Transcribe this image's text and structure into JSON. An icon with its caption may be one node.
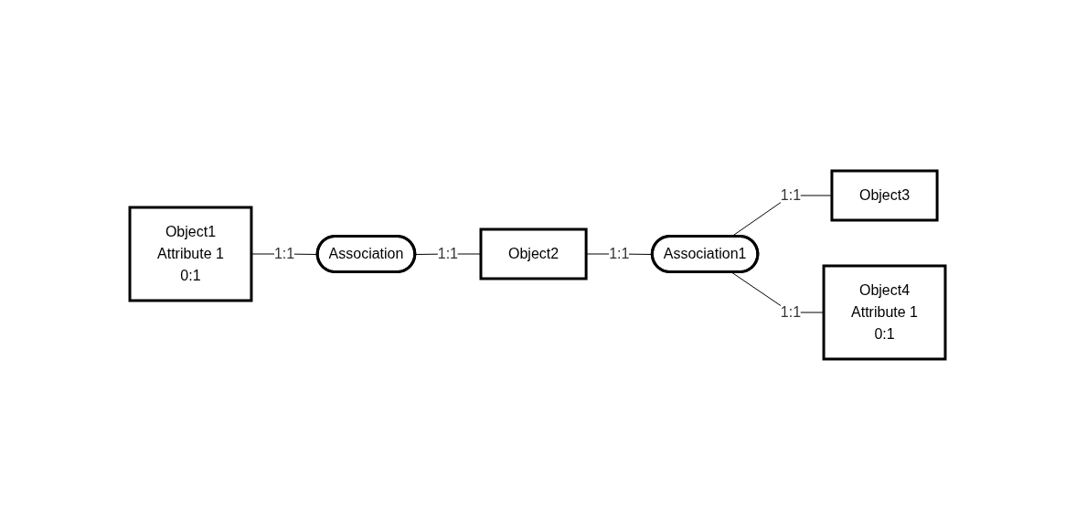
{
  "diagram": {
    "nodes": [
      {
        "text": [
          "Object1",
          "Attribute 1",
          "0:1"
        ]
      },
      {
        "text": [
          "Association"
        ]
      },
      {
        "text": [
          "Object2"
        ]
      },
      {
        "text": [
          "Association1"
        ]
      },
      {
        "text": [
          "Object3"
        ]
      },
      {
        "text": [
          "Object4",
          "Attribute 1",
          "0:1"
        ]
      }
    ],
    "edges": [
      {
        "from": 0,
        "to": 1,
        "arrow": "none",
        "label": "1:1"
      },
      {
        "from": 1,
        "to": 2,
        "arrow": "none",
        "label": "1:1"
      },
      {
        "from": 2,
        "to": 3,
        "arrow": "none",
        "label": "1:1"
      },
      {
        "from": 3,
        "to": 4,
        "arrow": "none",
        "label": "1:1"
      },
      {
        "from": 3,
        "to": 5,
        "arrow": "none",
        "label": "1:1"
      }
    ]
  }
}
